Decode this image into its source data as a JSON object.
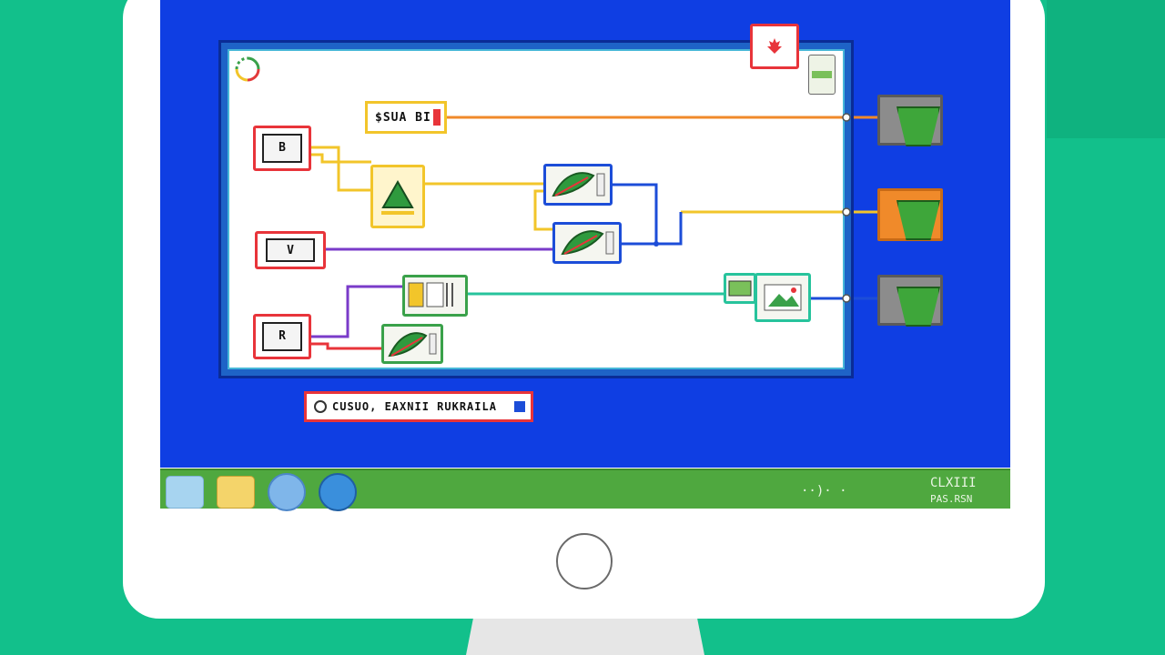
{
  "top_label": "$SUA BI",
  "input_nodes": [
    {
      "glyph": "B"
    },
    {
      "glyph": "V"
    },
    {
      "glyph": "R"
    }
  ],
  "status_label": "CUSUO, EAXNII RUKRAILA",
  "taskbar": {
    "tray_icons": "··)· ·",
    "clock_time": "CLXIII",
    "clock_date": "PAS.RSN"
  },
  "colors": {
    "background": "#12c08b",
    "screen": "#0f3ee3",
    "taskbar": "#4fa83f",
    "wire_orange": "#f08a2a",
    "wire_yellow": "#f2c52a",
    "wire_purple": "#7a3bc9",
    "wire_teal": "#27c39c",
    "wire_blue": "#1c4dd8",
    "wire_red": "#e8343a"
  },
  "icons": [
    "loading-spinner-icon",
    "record-icon",
    "triangle-icon",
    "leaf-icon",
    "cup-icon",
    "start-icon",
    "folder-icon",
    "globe-icon",
    "app-icon"
  ]
}
